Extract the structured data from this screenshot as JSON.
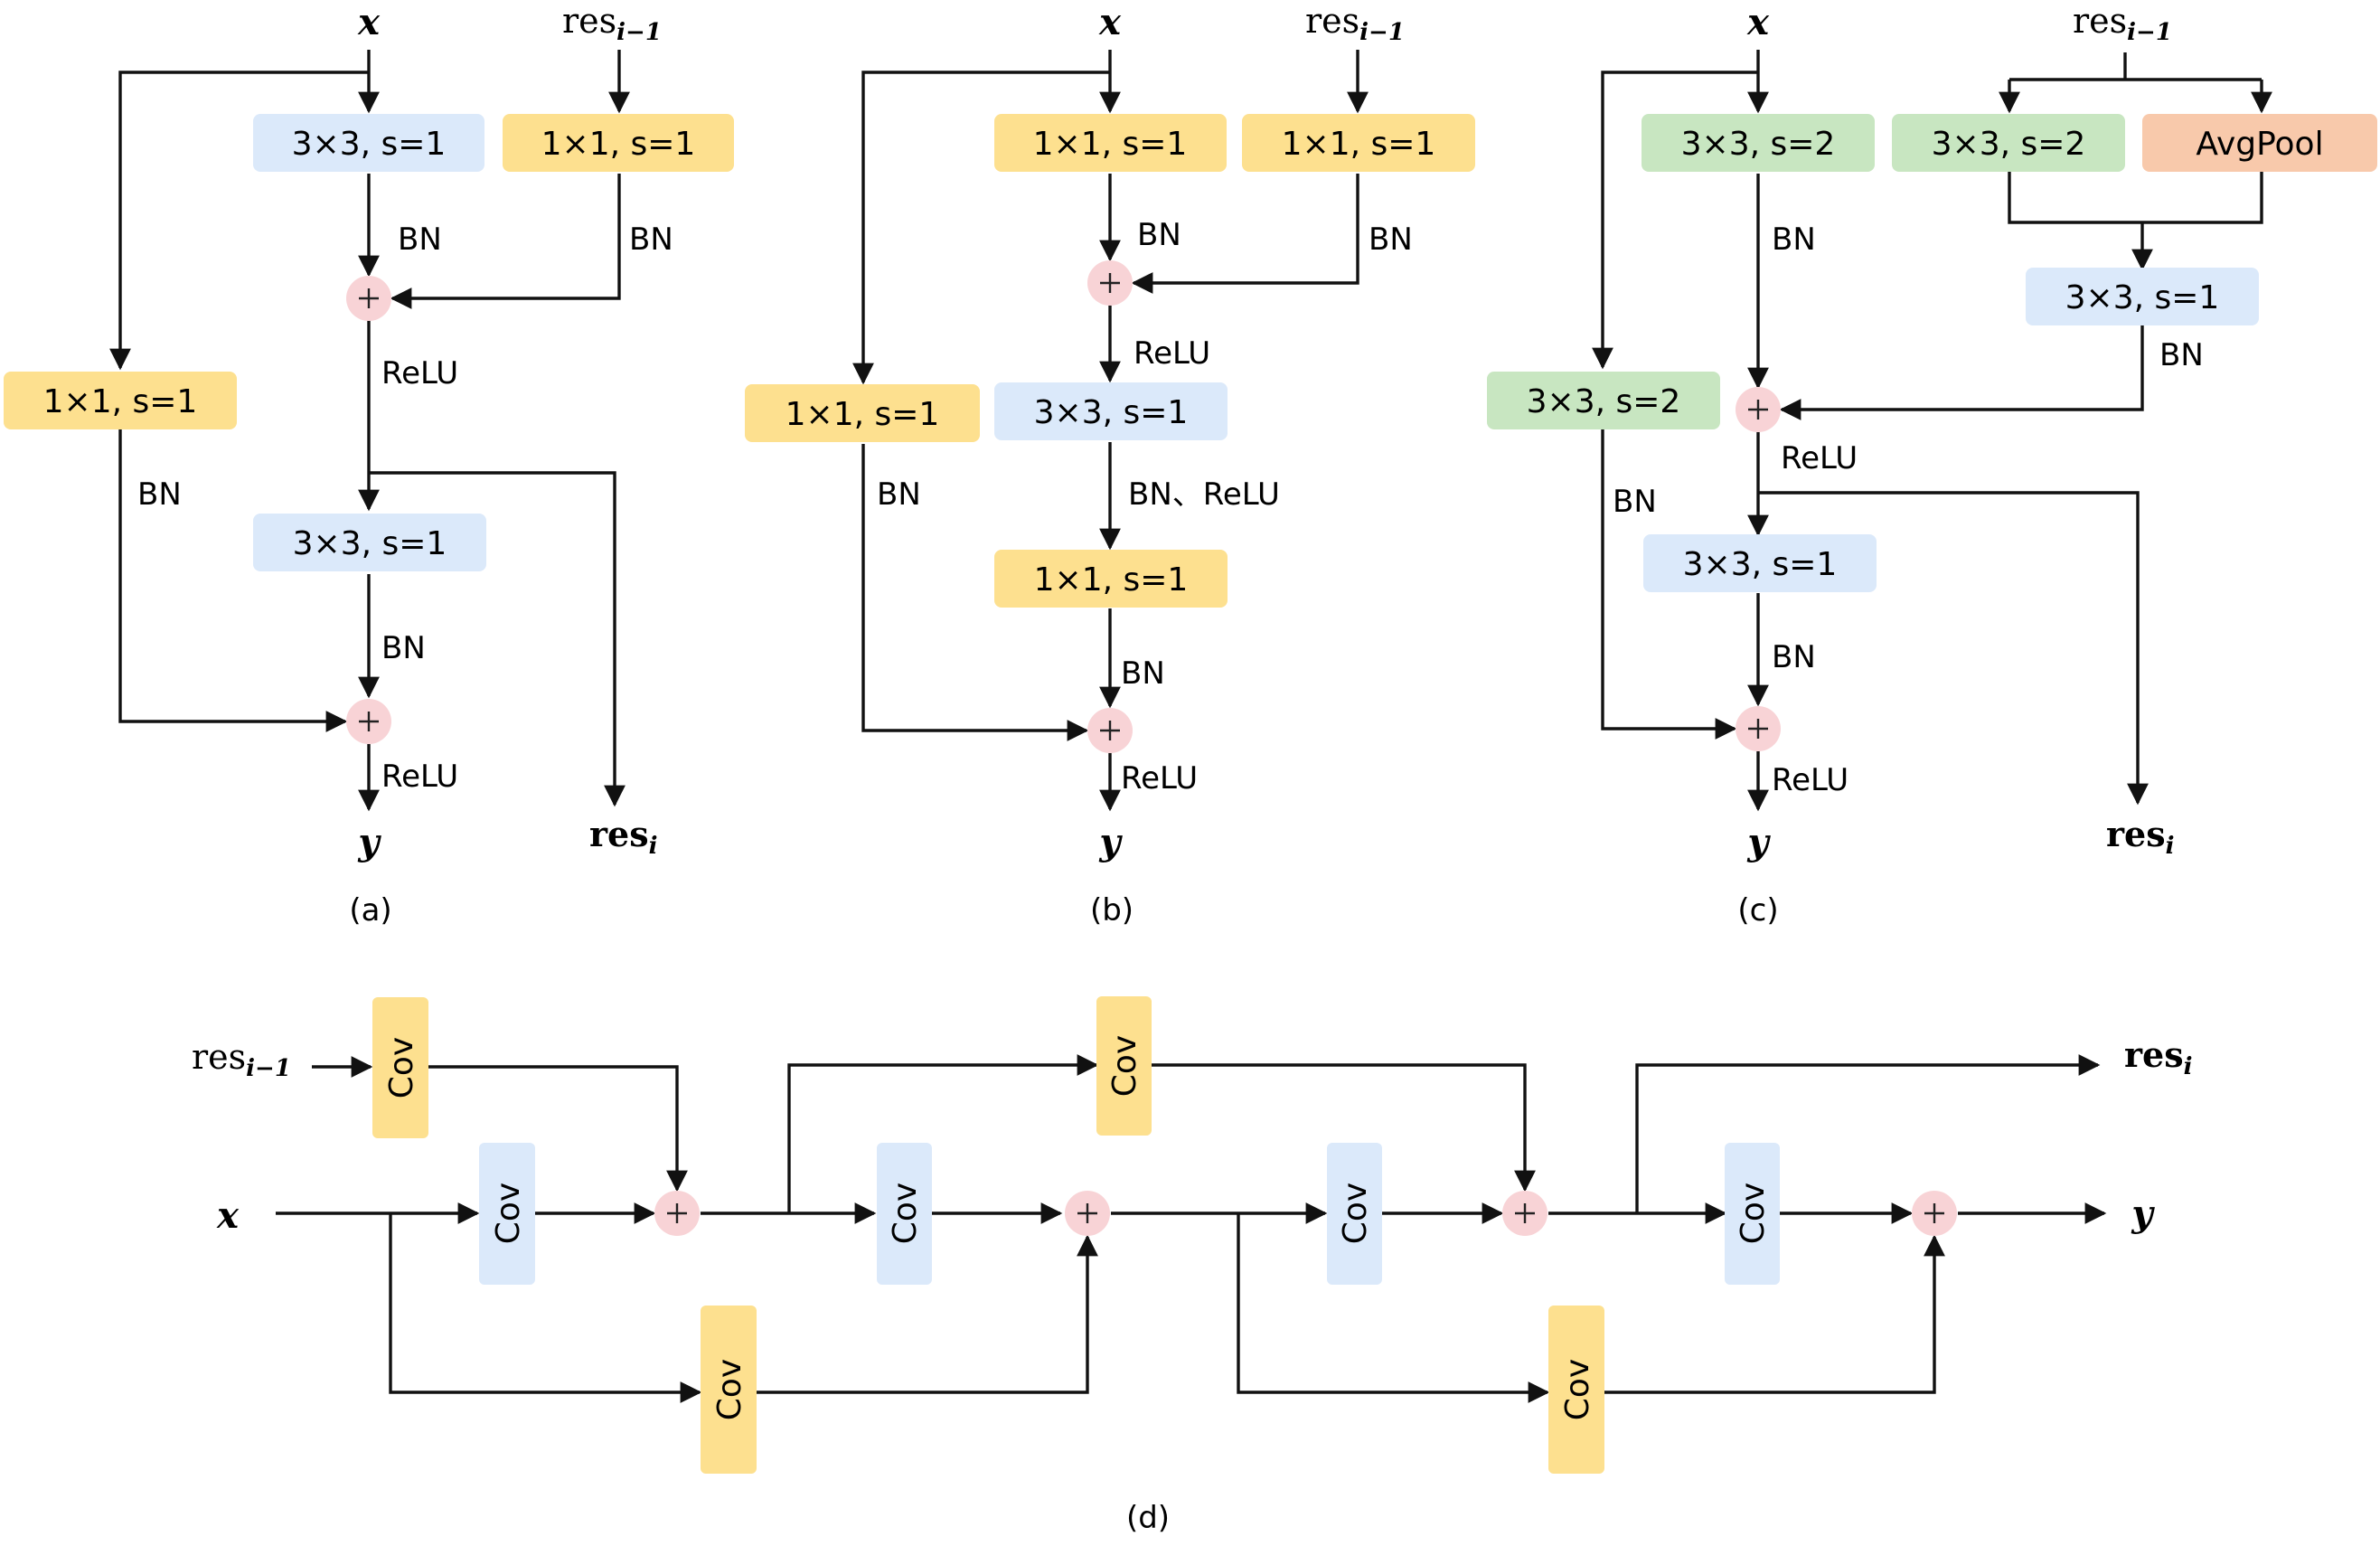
{
  "colors": {
    "yellow": "#fde08f",
    "blue": "#dbe9fa",
    "green": "#c8e6c1",
    "orange": "#f8c9ab",
    "adder": "#f8d3d6"
  },
  "symbols": {
    "x": "x",
    "y": "y",
    "res_prev": "res",
    "res_prev_sub": "i−1",
    "res_next": "res",
    "res_next_sub": "i"
  },
  "labels": {
    "bn": "BN",
    "relu": "ReLU",
    "bn_relu": "BN、ReLU",
    "cov": "Cov",
    "avgpool": "AvgPool"
  },
  "boxes": {
    "k3s1": "3×3, s=1",
    "k1s1": "1×1, s=1",
    "k3s2": "3×3, s=2"
  },
  "captions": {
    "a": "(a)",
    "b": "(b)",
    "c": "(c)",
    "d": "(d)"
  }
}
